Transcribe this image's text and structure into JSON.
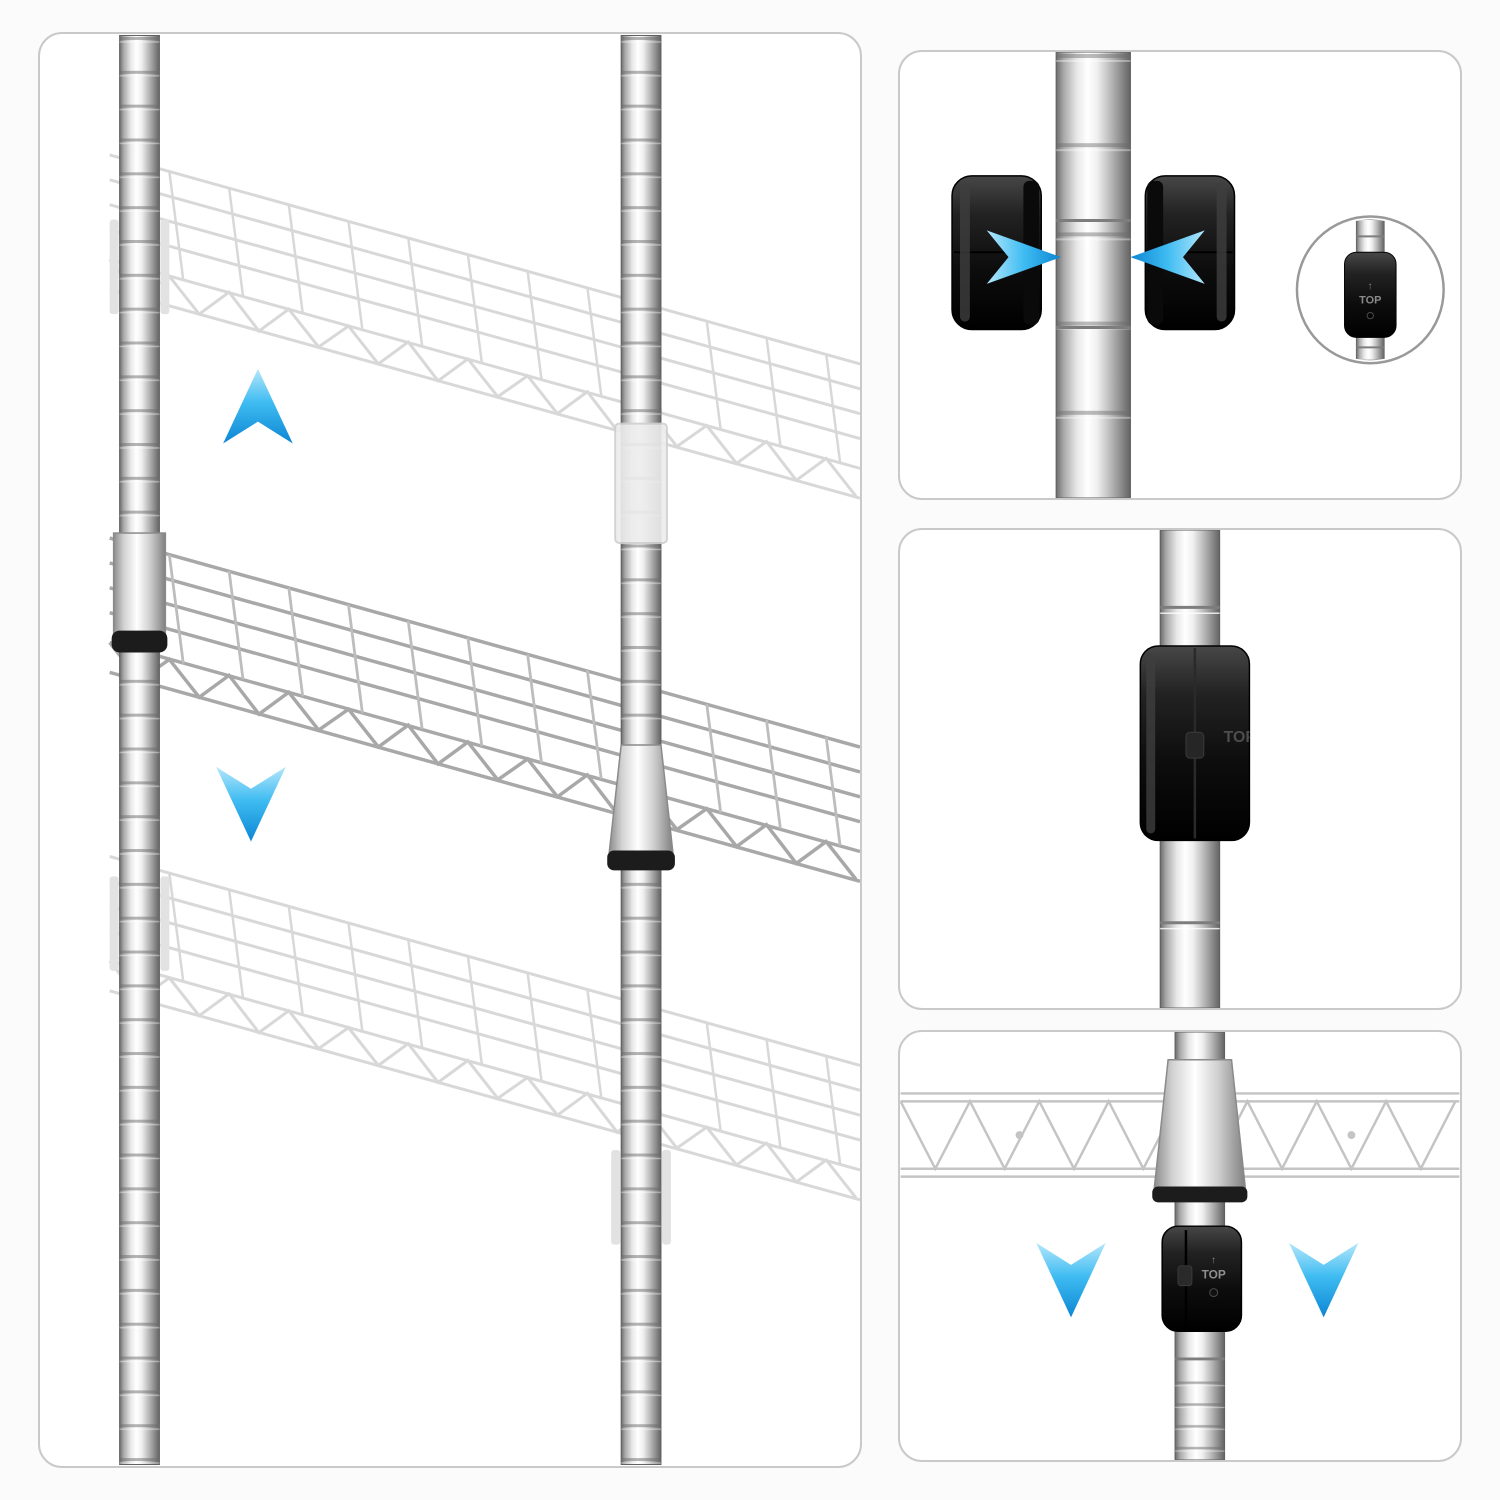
{
  "colors": {
    "background": "#fbfbfb",
    "panel_background": "#ffffff",
    "panel_border": "#c9c9c9",
    "arrow_blue_light": "#b3e7fb",
    "arrow_blue": "#3fbcf2",
    "arrow_blue_deep": "#0c86d4",
    "clip_black": "#141414",
    "chrome_highlight": "#ffffff",
    "chrome_shadow": "#6b6b6b",
    "wire_gray": "#a8a8a8",
    "wire_faint": "#d8d8d8"
  },
  "icons": {
    "main_up": "up-arrow-icon",
    "main_down": "down-arrow-icon",
    "attach_left": "arrow-right-icon",
    "attach_right": "arrow-left-icon",
    "slide_left": "down-arrow-icon",
    "slide_right": "down-arrow-icon"
  },
  "markings": {
    "inset": {
      "up_glyph": "↑",
      "text": "TOP"
    },
    "closed_clip": {
      "text": "TOP"
    },
    "collar_clip": {
      "up_glyph": "↑",
      "text": "TOP"
    }
  }
}
